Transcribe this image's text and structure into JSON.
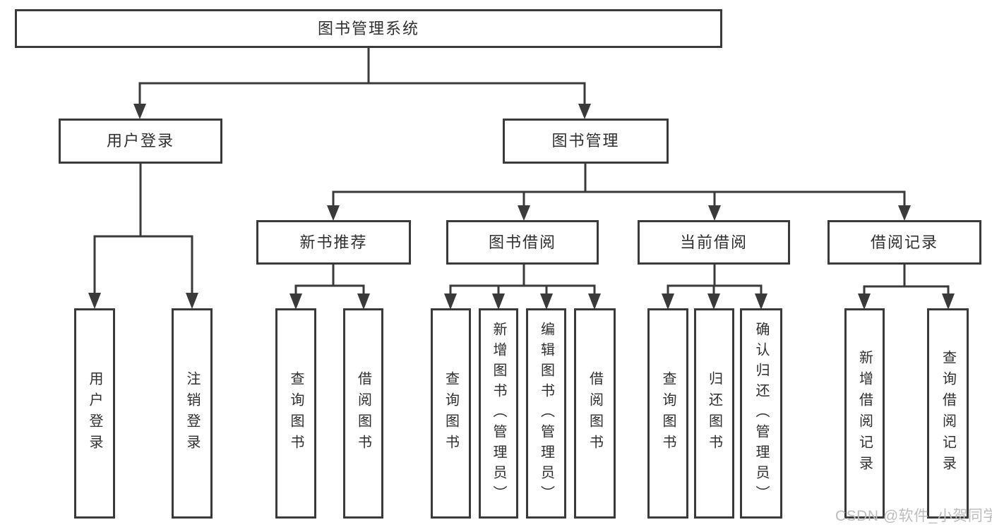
{
  "diagram": {
    "type": "functional-structure-tree",
    "colors": {
      "line": "#3a3a3a",
      "box_border": "#3a3a3a",
      "text": "#2f2f2f",
      "background": "#ffffff",
      "watermark": "#bdbdbd"
    },
    "tree": {
      "label": "图书管理系统",
      "children": [
        {
          "label": "用户登录",
          "children": [
            {
              "label": "用户登录"
            },
            {
              "label": "注销登录"
            }
          ]
        },
        {
          "label": "图书管理",
          "children": [
            {
              "label": "新书推荐",
              "children": [
                {
                  "label": "查询图书"
                },
                {
                  "label": "借阅图书"
                }
              ]
            },
            {
              "label": "图书借阅",
              "children": [
                {
                  "label": "查询图书"
                },
                {
                  "label": "新增图书（管理员）"
                },
                {
                  "label": "编辑图书（管理员）"
                },
                {
                  "label": "借阅图书"
                }
              ]
            },
            {
              "label": "当前借阅",
              "children": [
                {
                  "label": "查询图书"
                },
                {
                  "label": "归还图书"
                },
                {
                  "label": "确认归还（管理员）"
                }
              ]
            },
            {
              "label": "借阅记录",
              "children": [
                {
                  "label": "新增借阅记录"
                },
                {
                  "label": "查询借阅记录"
                }
              ]
            }
          ]
        }
      ]
    },
    "watermark": {
      "text": "CSDN @软件_小贺同学"
    }
  }
}
